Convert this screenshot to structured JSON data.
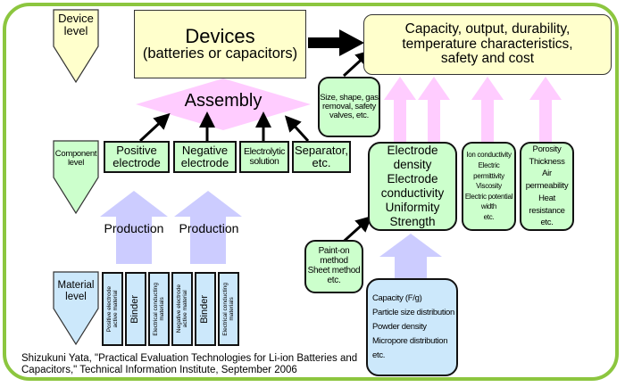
{
  "levels": {
    "device": "Device level",
    "component": "Component level",
    "material": "Material level"
  },
  "devices": {
    "title": "Devices",
    "subtitle": "(batteries or capacitors)"
  },
  "performance": {
    "line1": "Capacity, output, durability,",
    "line2": "temperature characteristics,",
    "line3": "safety and cost"
  },
  "assembly": "Assembly",
  "size_box": [
    "Size, shape, gas",
    "removal, safety",
    "valves, etc."
  ],
  "components": [
    {
      "line1": "Positive",
      "line2": "electrode"
    },
    {
      "line1": "Negative",
      "line2": "electrode"
    },
    {
      "line1": "Electrolytic",
      "line2": "solution"
    },
    {
      "line1": "Separator,",
      "line2": "etc."
    }
  ],
  "electrode_props": [
    "Electrode density",
    "Electrode",
    "conductivity",
    "Uniformity",
    "Strength"
  ],
  "electrolyte_props": [
    "Ion conductivity",
    "Electric",
    "permittivity",
    "Viscosity",
    "Electric potential",
    "width",
    "etc."
  ],
  "separator_props": [
    "Porosity",
    "Thickness",
    "Air permeability",
    "Heat resistance",
    "etc."
  ],
  "production": [
    "Production",
    "Production"
  ],
  "method_box": [
    "Paint-on",
    "method",
    "Sheet method",
    "etc."
  ],
  "material_props": [
    "Capacity (F/g)",
    "Particle size distribution",
    "Powder density",
    "Micropore distribution",
    "etc."
  ],
  "materials": [
    {
      "line1": "Positive electrode",
      "line2": "active material"
    },
    {
      "line1": "Binder",
      "line2": ""
    },
    {
      "line1": "Electrical conducting",
      "line2": "materials"
    },
    {
      "line1": "Negative electrode",
      "line2": "active material"
    },
    {
      "line1": "Binder",
      "line2": ""
    },
    {
      "line1": "Electrical conducting",
      "line2": "materials"
    }
  ],
  "citation": {
    "line1": "Shizukuni Yata, \"Practical Evaluation Technologies for Li-ion Batteries and",
    "line2": "Capacitors,\" Technical Information Institute, September 2006"
  },
  "colors": {
    "frame": "#8cc63f",
    "yellow": "#ffffcc",
    "green": "#ccffcc",
    "blue": "#cce8fb",
    "pink": "#ffccff",
    "lavender": "#ccccff"
  }
}
